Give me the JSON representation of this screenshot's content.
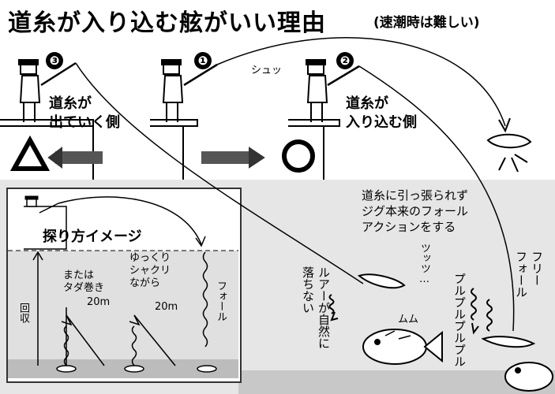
{
  "title": "道糸が入り込む舷がいい理由",
  "subtitle": "(速潮時は難しい)",
  "step_markers": [
    "❸",
    "❶",
    "❷"
  ],
  "sound_shu": "シュッ",
  "label_out_side": "道糸が\n出ていく側",
  "label_in_side": "道糸が\n入り込む側",
  "mark_bad": "△",
  "mark_good": "○",
  "inset": {
    "heading": "探り方イメージ",
    "slow_jerk": "ゆっくり\nシャクリ\nながら",
    "slow_jerk_distance": "20m",
    "tada_maki": "または\nタダ巻き",
    "tada_maki_distance": "20m",
    "fall": "フォール",
    "recover": "回収"
  },
  "note_action": "道糸に引っ張られず\nジグ本来のフォール\nアクションをする",
  "free_fall": "フリー\nフォール",
  "lure_not_falling": "ルアーが自然に\n落ちない",
  "tsutsu": "ツッツ…",
  "mumu": "ムム",
  "purupuru": "プルプルプルプル",
  "icons": [
    "angler-icon",
    "boat-icon",
    "fish-icon",
    "jig-icon",
    "arrow-icon"
  ],
  "colors": {
    "sea": "#e6e6e6",
    "seabed": "#c8c8c8",
    "ink": "#000000"
  }
}
